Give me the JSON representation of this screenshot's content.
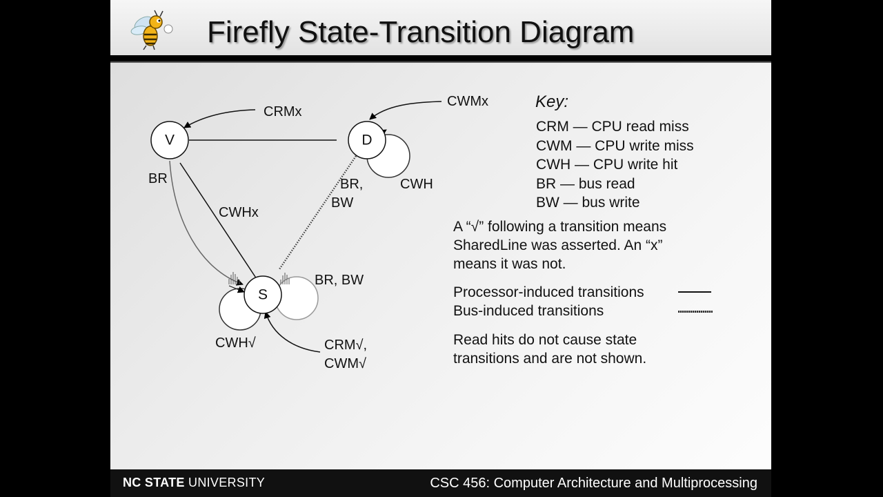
{
  "slide": {
    "title": "Firefly State-Transition Diagram",
    "footer_university_bold": "NC STATE",
    "footer_university_rest": " UNIVERSITY",
    "footer_course": "CSC 456: Computer Architecture and Multiprocessing"
  },
  "diagram": {
    "states": {
      "v": "V",
      "d": "D",
      "s": "S"
    },
    "transitions": {
      "crmx": "CRMx",
      "cwmx": "CWMx",
      "br_v": "BR",
      "br_bw_d_line1": "BR,",
      "br_bw_d_line2": "BW",
      "cwh": "CWH",
      "cwhx": "CWHx",
      "br_bw_s": "BR, BW",
      "cwh_check": "CWH√",
      "crm_check": "CRM√,",
      "cwm_check": "CWM√"
    }
  },
  "key": {
    "title": "Key:",
    "items": [
      "CRM — CPU read miss",
      "CWM — CPU write miss",
      "CWH — CPU write hit",
      "BR — bus read",
      "BW — bus write"
    ],
    "sharedline_note": [
      "A “√” following a transition means",
      "SharedLine was asserted.  An “x”",
      "means it was not."
    ],
    "legend": {
      "processor": "Processor-induced transitions",
      "bus": "Bus-induced transitions"
    },
    "read_hits_note": [
      "Read hits do not cause state",
      "transitions and are not shown."
    ]
  }
}
